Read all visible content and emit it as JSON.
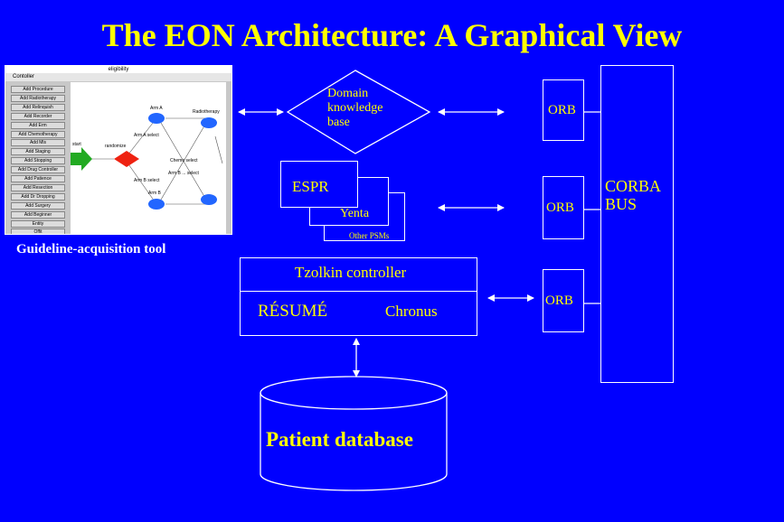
{
  "title": "The EON Architecture: A Graphical View",
  "tool": {
    "caption": "Guideline-acquisition tool",
    "window_title": "eligibility",
    "subtitle": "Contoller",
    "buttons": [
      "Add Procedure",
      "Add Radiotherapy",
      "Add Relinquish",
      "Add Recorder",
      "Add Erm",
      "Add Chemotherapy",
      "Add Mls",
      "Add Staging",
      "Add Stopping",
      "Add Drug Controller",
      "Add Patience",
      "Add Resection",
      "Add Dr Dropping",
      "Add Surgery",
      "Add Beginner",
      "Entity",
      "Offit"
    ],
    "nodes": [
      "Arm A",
      "Radiotherapy",
      "Arm A select",
      "randomize",
      "Chemo select",
      "Arm B",
      "Arm B select",
      "Arm B ... select",
      "start"
    ]
  },
  "domain_kb": "Domain knowledge base",
  "espr": "ESPR",
  "yenta": "Yenta",
  "other_psms": "Other PSMs",
  "tzolkin": {
    "title": "Tzolkin controller",
    "resume": "RÉSUMÉ",
    "chronus": "Chronus"
  },
  "orb": [
    "ORB",
    "ORB",
    "ORB"
  ],
  "corba_bus": "CORBA BUS",
  "patient_db": "Patient database",
  "colors": {
    "background": "#0000ff",
    "title": "#ffff00",
    "text": "#ffffff",
    "db_text": "#ffff00"
  }
}
